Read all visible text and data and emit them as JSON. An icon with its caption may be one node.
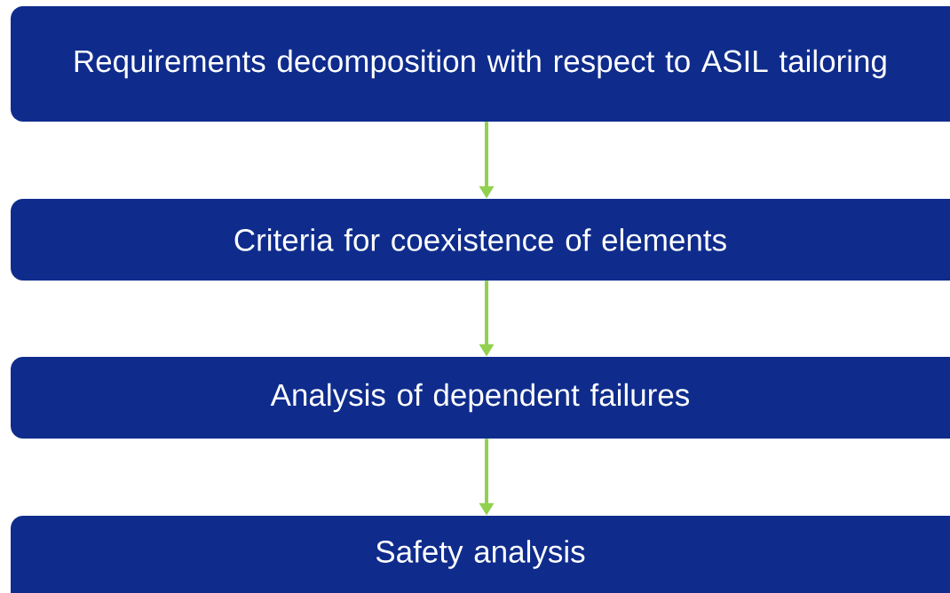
{
  "diagram": {
    "nodes": [
      {
        "text": [
          "Requirements decomposition with respect to ASIL tailoring"
        ]
      },
      {
        "text": [
          "Criteria for coexistence of elements"
        ]
      },
      {
        "text": [
          "Analysis of dependent failures"
        ]
      },
      {
        "text": [
          "Safety analysis"
        ]
      }
    ],
    "edges": [
      {
        "from": 0,
        "to": 1,
        "arrow": "to"
      },
      {
        "from": 1,
        "to": 2,
        "arrow": "to"
      },
      {
        "from": 2,
        "to": 3,
        "arrow": "to"
      }
    ]
  }
}
